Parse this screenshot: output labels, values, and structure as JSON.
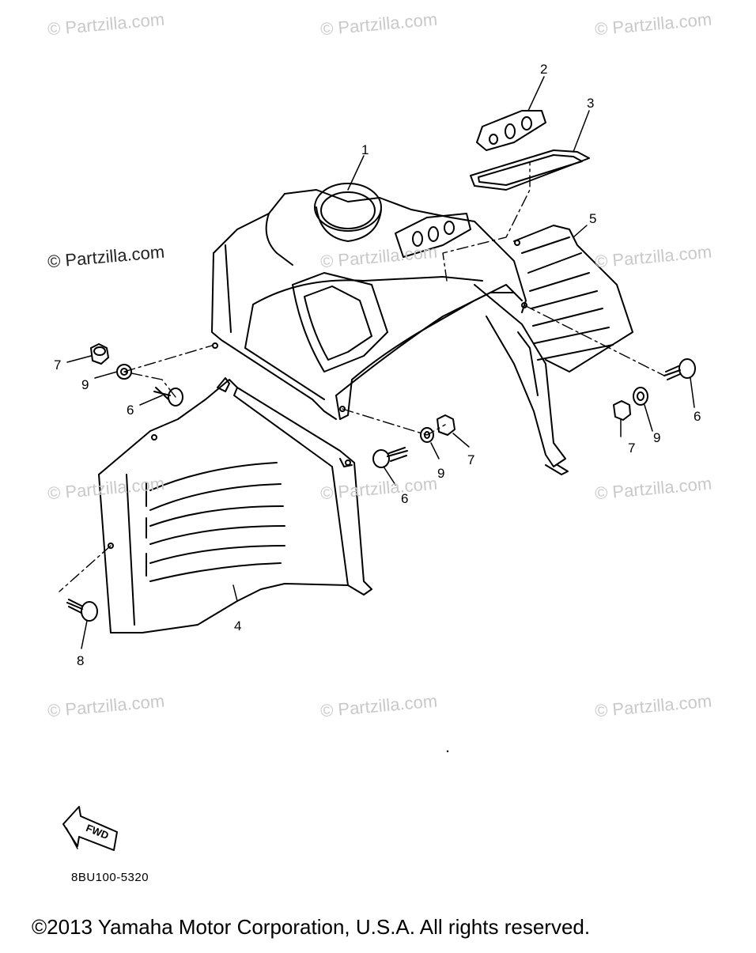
{
  "watermarks": [
    "© Partzilla.com",
    "© Partzilla.com",
    "© Partzilla.com",
    "© Partzilla.com",
    "© Partzilla.com",
    "© Partzilla.com",
    "© Partzilla.com",
    "© Partzilla.com",
    "© Partzilla.com",
    "© Partzilla.com",
    "© Partzilla.com",
    "© Partzilla.com"
  ],
  "callouts": [
    "1",
    "2",
    "3",
    "4",
    "5",
    "6",
    "6",
    "6",
    "7",
    "7",
    "7",
    "8",
    "9",
    "9",
    "9"
  ],
  "fwd_label": "FWD",
  "diagram_code": "8BU100-5320",
  "copyright": "©2013 Yamaha Motor Corporation, U.S.A. All rights reserved.",
  "colors": {
    "line": "#000000",
    "watermark": "#c9c9c9",
    "background": "#ffffff"
  }
}
